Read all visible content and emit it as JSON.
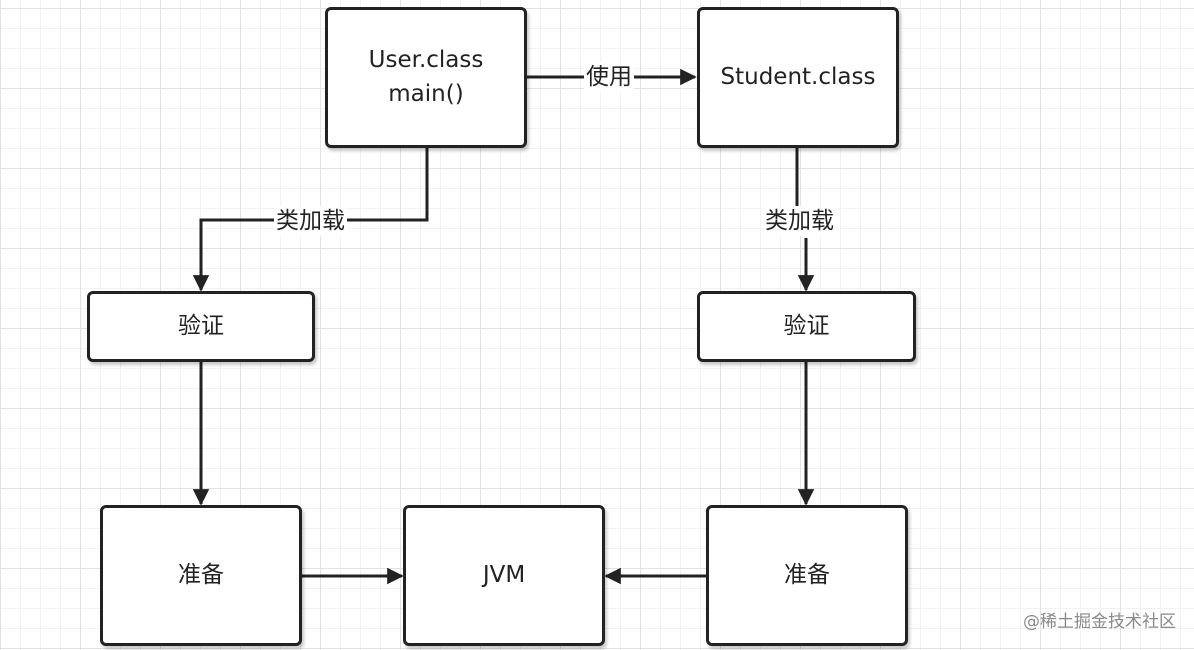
{
  "nodes": {
    "user_class": "User.class\nmain()",
    "student_class": "Student.class",
    "verify_left": "验证",
    "verify_right": "验证",
    "prepare_left": "准备",
    "jvm": "JVM",
    "prepare_right": "准备"
  },
  "edges": {
    "use": "使用",
    "classload_left": "类加载",
    "classload_right": "类加载"
  },
  "watermark": "@稀土掘金技术社区"
}
